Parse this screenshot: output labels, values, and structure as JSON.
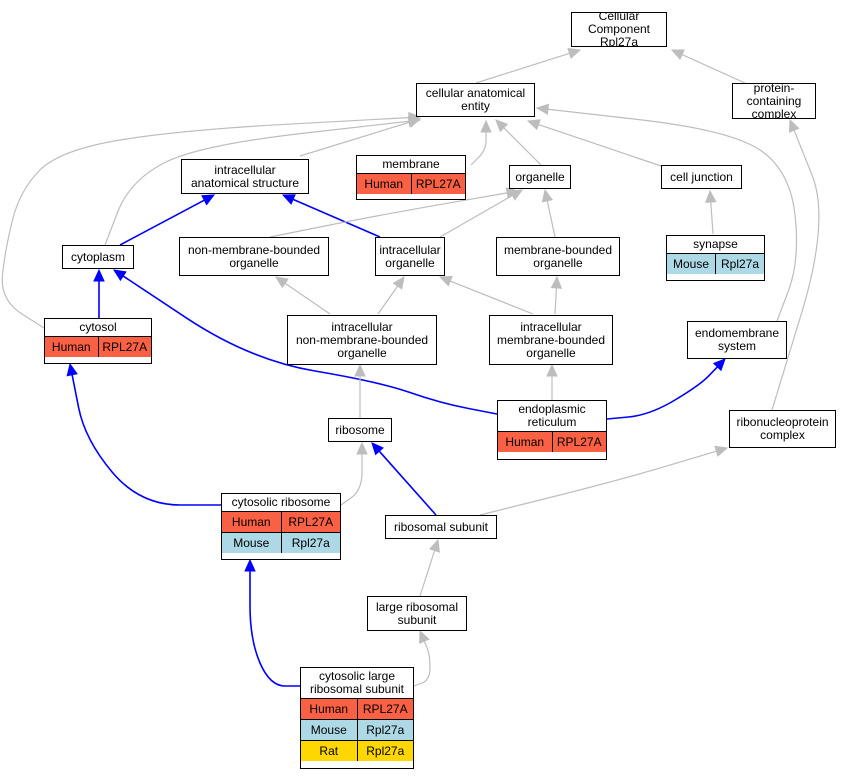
{
  "colors": {
    "edge_default": "#bdbdbd",
    "edge_highlight": "#0000ff",
    "Human": "#fa6043",
    "Mouse": "#add8e6",
    "Rat": "#ffd700"
  },
  "nodes": [
    {
      "id": "cc",
      "label": "Cellular Component\nRpl27a",
      "annotations": []
    },
    {
      "id": "cae",
      "label": "cellular anatomical\nentity",
      "annotations": []
    },
    {
      "id": "pcc",
      "label": "protein-containing\ncomplex",
      "annotations": []
    },
    {
      "id": "ias",
      "label": "intracellular\nanatomical structure",
      "annotations": []
    },
    {
      "id": "mem",
      "label": "membrane",
      "annotations": [
        {
          "species": "Human",
          "gene": "RPL27A"
        }
      ]
    },
    {
      "id": "org",
      "label": "organelle",
      "annotations": []
    },
    {
      "id": "cj",
      "label": "cell junction",
      "annotations": []
    },
    {
      "id": "cyto",
      "label": "cytoplasm",
      "annotations": []
    },
    {
      "id": "nmbo",
      "label": "non-membrane-bounded\norganelle",
      "annotations": []
    },
    {
      "id": "io",
      "label": "intracellular\norganelle",
      "annotations": []
    },
    {
      "id": "mbo",
      "label": "membrane-bounded\norganelle",
      "annotations": []
    },
    {
      "id": "syn",
      "label": "synapse",
      "annotations": [
        {
          "species": "Mouse",
          "gene": "Rpl27a"
        }
      ]
    },
    {
      "id": "cytosol",
      "label": "cytosol",
      "annotations": [
        {
          "species": "Human",
          "gene": "RPL27A"
        }
      ]
    },
    {
      "id": "inmbo",
      "label": "intracellular\nnon-membrane-bounded\norganelle",
      "annotations": []
    },
    {
      "id": "imbo",
      "label": "intracellular\nmembrane-bounded\norganelle",
      "annotations": []
    },
    {
      "id": "ems",
      "label": "endomembrane\nsystem",
      "annotations": []
    },
    {
      "id": "ribo",
      "label": "ribosome",
      "annotations": []
    },
    {
      "id": "er",
      "label": "endoplasmic\nreticulum",
      "annotations": [
        {
          "species": "Human",
          "gene": "RPL27A"
        }
      ]
    },
    {
      "id": "rnpc",
      "label": "ribonucleoprotein\ncomplex",
      "annotations": []
    },
    {
      "id": "cribo",
      "label": "cytosolic ribosome",
      "annotations": [
        {
          "species": "Human",
          "gene": "RPL27A"
        },
        {
          "species": "Mouse",
          "gene": "Rpl27a"
        }
      ]
    },
    {
      "id": "rsu",
      "label": "ribosomal subunit",
      "annotations": []
    },
    {
      "id": "lrsu",
      "label": "large ribosomal\nsubunit",
      "annotations": []
    },
    {
      "id": "clrsu",
      "label": "cytosolic large\nribosomal subunit",
      "annotations": [
        {
          "species": "Human",
          "gene": "RPL27A"
        },
        {
          "species": "Mouse",
          "gene": "Rpl27a"
        },
        {
          "species": "Rat",
          "gene": "Rpl27a"
        }
      ]
    }
  ],
  "edges": [
    {
      "from": "cae",
      "to": "cc",
      "style": "default"
    },
    {
      "from": "pcc",
      "to": "cc",
      "style": "default"
    },
    {
      "from": "ias",
      "to": "cae",
      "style": "default"
    },
    {
      "from": "mem",
      "to": "cae",
      "style": "default"
    },
    {
      "from": "org",
      "to": "cae",
      "style": "default"
    },
    {
      "from": "cj",
      "to": "cae",
      "style": "default"
    },
    {
      "from": "cyto",
      "to": "cae",
      "style": "default"
    },
    {
      "from": "cytosol",
      "to": "cae",
      "style": "default"
    },
    {
      "from": "ems",
      "to": "cae",
      "style": "default"
    },
    {
      "from": "cyto",
      "to": "ias",
      "style": "highlight"
    },
    {
      "from": "io",
      "to": "ias",
      "style": "highlight"
    },
    {
      "from": "nmbo",
      "to": "org",
      "style": "default"
    },
    {
      "from": "io",
      "to": "org",
      "style": "default"
    },
    {
      "from": "mbo",
      "to": "org",
      "style": "default"
    },
    {
      "from": "syn",
      "to": "cj",
      "style": "default"
    },
    {
      "from": "cytosol",
      "to": "cyto",
      "style": "highlight"
    },
    {
      "from": "er",
      "to": "cyto",
      "style": "highlight"
    },
    {
      "from": "inmbo",
      "to": "nmbo",
      "style": "default"
    },
    {
      "from": "inmbo",
      "to": "io",
      "style": "default"
    },
    {
      "from": "imbo",
      "to": "io",
      "style": "default"
    },
    {
      "from": "imbo",
      "to": "mbo",
      "style": "default"
    },
    {
      "from": "ribo",
      "to": "inmbo",
      "style": "default"
    },
    {
      "from": "er",
      "to": "imbo",
      "style": "default"
    },
    {
      "from": "er",
      "to": "ems",
      "style": "highlight"
    },
    {
      "from": "rnpc",
      "to": "pcc",
      "style": "default"
    },
    {
      "from": "cribo",
      "to": "cytosol",
      "style": "highlight"
    },
    {
      "from": "cribo",
      "to": "ribo",
      "style": "default"
    },
    {
      "from": "rsu",
      "to": "ribo",
      "style": "highlight"
    },
    {
      "from": "rsu",
      "to": "rnpc",
      "style": "default"
    },
    {
      "from": "lrsu",
      "to": "rsu",
      "style": "default"
    },
    {
      "from": "clrsu",
      "to": "cribo",
      "style": "highlight"
    },
    {
      "from": "clrsu",
      "to": "lrsu",
      "style": "default"
    }
  ]
}
